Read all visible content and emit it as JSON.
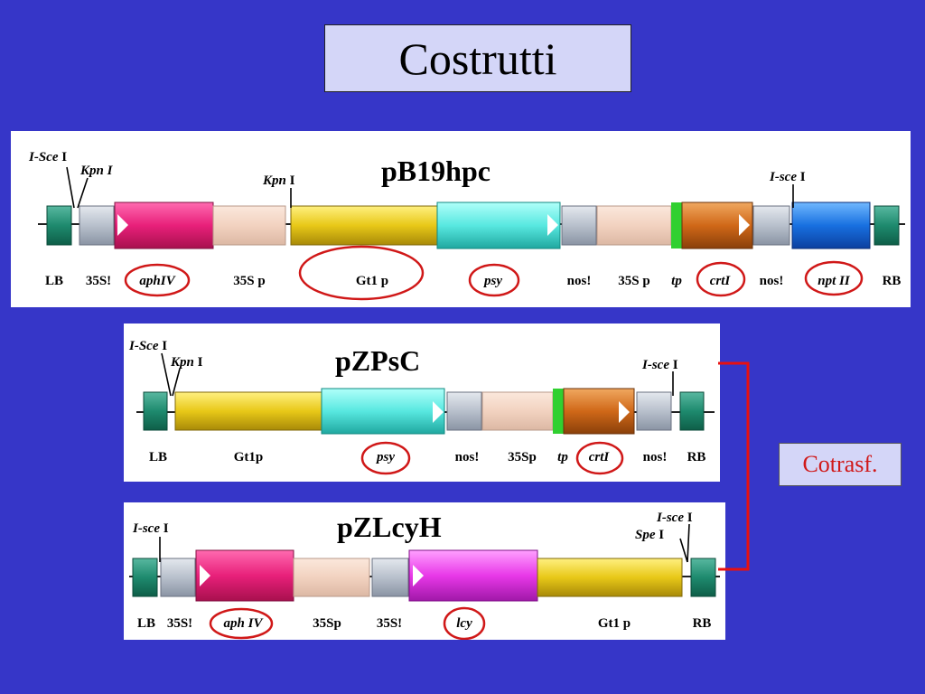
{
  "slide_title": "Costrutti",
  "cotrasf_label": "Cotrasf.",
  "colors": {
    "background": "#3636c8",
    "title_box": "#d4d6f8",
    "circle": "#d01818",
    "bracket": "#e81010"
  },
  "constructs": [
    {
      "id": "pb19hpc",
      "name": "pB19hpc",
      "sites": [
        {
          "label": "I-Sce I",
          "italic_part": "I-Sce"
        },
        {
          "label": "Kpn I",
          "italic_part": "Kpn I"
        },
        {
          "label": "Kpn I",
          "italic_part": "Kpn"
        },
        {
          "label": "I-sce I",
          "italic_part": "I-sce"
        }
      ],
      "elements": [
        {
          "type": "border",
          "label": "LB"
        },
        {
          "type": "terminator",
          "label": "35S!"
        },
        {
          "type": "gene",
          "label": "aphIV",
          "italic": true,
          "circled": true,
          "color": "#e8207a"
        },
        {
          "type": "promoter",
          "label": "35S p"
        },
        {
          "type": "promoter",
          "label": "Gt1 p",
          "circled": true,
          "color": "#e8c818"
        },
        {
          "type": "gene",
          "label": "psy",
          "italic": true,
          "circled": true,
          "color": "#58e8e0"
        },
        {
          "type": "terminator",
          "label": "nos!"
        },
        {
          "type": "promoter",
          "label": "35S p"
        },
        {
          "type": "transit",
          "label": "tp",
          "italic": true
        },
        {
          "type": "gene",
          "label": "crtI",
          "italic": true,
          "circled": true,
          "color": "#d06818"
        },
        {
          "type": "terminator",
          "label": "nos!"
        },
        {
          "type": "gene",
          "label": "npt II",
          "italic": true,
          "circled": true,
          "color": "#1870e0"
        },
        {
          "type": "border",
          "label": "RB"
        }
      ]
    },
    {
      "id": "pzpsc",
      "name": "pZPsC",
      "sites": [
        {
          "label": "I-Sce I",
          "italic_part": "I-Sce"
        },
        {
          "label": "Kpn I",
          "italic_part": "Kpn"
        },
        {
          "label": "I-sce I",
          "italic_part": "I-sce"
        }
      ],
      "elements": [
        {
          "type": "border",
          "label": "LB"
        },
        {
          "type": "promoter",
          "label": "Gt1p"
        },
        {
          "type": "gene",
          "label": "psy",
          "italic": true,
          "circled": true
        },
        {
          "type": "terminator",
          "label": "nos!"
        },
        {
          "type": "promoter",
          "label": "35Sp"
        },
        {
          "type": "transit",
          "label": "tp",
          "italic": true
        },
        {
          "type": "gene",
          "label": "crtI",
          "italic": true,
          "circled": true
        },
        {
          "type": "terminator",
          "label": "nos!"
        },
        {
          "type": "border",
          "label": "RB"
        }
      ]
    },
    {
      "id": "pzlcyh",
      "name": "pZLcyH",
      "sites": [
        {
          "label": "I-sce I",
          "italic_part": "I-sce"
        },
        {
          "label": "I-sce I",
          "italic_part": "I-sce"
        },
        {
          "label": "Spe I",
          "italic_part": "Spe"
        }
      ],
      "elements": [
        {
          "type": "border",
          "label": "LB"
        },
        {
          "type": "terminator",
          "label": "35S!"
        },
        {
          "type": "gene",
          "label": "aph IV",
          "italic": true,
          "circled": true
        },
        {
          "type": "promoter",
          "label": "35Sp"
        },
        {
          "type": "terminator",
          "label": "35S!"
        },
        {
          "type": "gene",
          "label": "lcy",
          "italic": true,
          "circled": true,
          "color": "#e838e8"
        },
        {
          "type": "promoter",
          "label": "Gt1 p"
        },
        {
          "type": "border",
          "label": "RB"
        }
      ]
    }
  ]
}
